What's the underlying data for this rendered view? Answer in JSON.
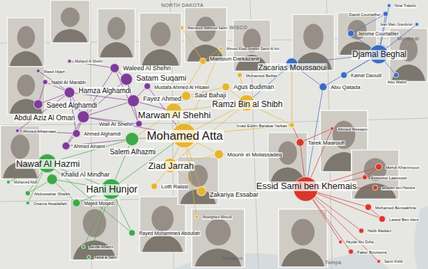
{
  "diagram": {
    "nodes": [
      {
        "text": [
          "Raed Hijazi"
        ]
      },
      {
        "text": [
          "Mohand Al Shehri"
        ]
      },
      {
        "text": [
          "Waleed Al Shehri"
        ]
      },
      {
        "text": [
          "Satam Suqami"
        ]
      },
      {
        "text": [
          "Nabil Al Marabh"
        ]
      },
      {
        "text": [
          "Hamza Alghamdi"
        ]
      },
      {
        "text": [
          "Fayez Ahmed"
        ]
      },
      {
        "text": [
          "Mustafa Ahmed Al Hisawi"
        ]
      },
      {
        "text": [
          "Saeed Alghamdi"
        ]
      },
      {
        "text": [
          "Wail Al Shehri"
        ]
      },
      {
        "text": [
          "Abdul Aziz Al Omari"
        ]
      },
      {
        "text": [
          "Ahmed Alghamdi"
        ]
      },
      {
        "text": [
          "Ahmed Alhaznawi"
        ]
      },
      {
        "text": [
          "Ahmed Alnami"
        ]
      },
      {
        "text": [
          "Mamdouh Mahmud Salim"
        ]
      },
      {
        "text": [
          "Mamoun Darkazanli"
        ]
      },
      {
        "text": [
          "Ahmed Khalil Ibrahim Samir Al Ani"
        ]
      },
      {
        "text": [
          "Mohamed Belfas"
        ]
      },
      {
        "text": [
          "Said Bahaji"
        ]
      },
      {
        "text": [
          "Agus Budiman"
        ]
      },
      {
        "text": [
          "Marwan Al Shehhi"
        ]
      },
      {
        "text": [
          "Ramzi Bin al Shibh"
        ]
      },
      {
        "text": [
          "Mohamed Atta"
        ]
      },
      {
        "text": [
          "Imad Eddin Barakat Yarkas"
        ]
      },
      {
        "text": [
          "Ziad Jarrah"
        ]
      },
      {
        "text": [
          "Mounir el Motassadeq"
        ]
      },
      {
        "text": [
          "Lotfi Raissi"
        ]
      },
      {
        "text": [
          "Zakariya Essabar"
        ]
      },
      {
        "text": [
          "Abdelghani Mzoudi"
        ]
      },
      {
        "text": [
          "Salem Alhazmi"
        ]
      },
      {
        "text": [
          "Nawaf Al Hazmi"
        ]
      },
      {
        "text": [
          "Mohamed Abdi"
        ]
      },
      {
        "text": [
          "Khalid Al Mindhar"
        ]
      },
      {
        "text": [
          "Hani Hunjor"
        ]
      },
      {
        "text": [
          "Abdussattar Shaikh"
        ]
      },
      {
        "text": [
          "Majed Moqed"
        ]
      },
      {
        "text": [
          "Osama Awadallah"
        ]
      },
      {
        "text": [
          "Rayed Mohammed Abdullah"
        ]
      },
      {
        "text": [
          "Bandar Alhazmi"
        ]
      },
      {
        "text": [
          "Faisal al Salmi"
        ]
      },
      {
        "text": [
          "Nizar Trabelsi"
        ]
      },
      {
        "text": [
          "David Courtaillier"
        ]
      },
      {
        "text": [
          "Jean Marc Grandvisir"
        ]
      },
      {
        "text": [
          "Jerome Courtaillier"
        ]
      },
      {
        "text": [
          "Djamal Beghal"
        ]
      },
      {
        "text": [
          "Kamel Daoudi"
        ]
      },
      {
        "text": [
          "Zacarias Moussaoui"
        ]
      },
      {
        "text": [
          "Abu Walid"
        ]
      },
      {
        "text": [
          "Abu Qatada"
        ]
      },
      {
        "text": [
          "Ahmed Ressam"
        ]
      },
      {
        "text": [
          "Tarek Maaroufi"
        ]
      },
      {
        "text": [
          "Essid Sami ben Khemais"
        ]
      },
      {
        "text": [
          "Mehdi Khammoun"
        ]
      },
      {
        "text": [
          "Essoussi Laaroussi"
        ]
      },
      {
        "text": [
          "Seifallah ben Hassine"
        ]
      },
      {
        "text": [
          "Mohamed Bensakhria"
        ]
      },
      {
        "text": [
          "Lased Ben Heni"
        ]
      },
      {
        "text": [
          "Habib Waddani"
        ]
      },
      {
        "text": [
          "Haydar Abu Doha"
        ]
      },
      {
        "text": [
          "Faker Boussora"
        ]
      },
      {
        "text": [
          "Samir Kishk"
        ]
      }
    ],
    "edges": [
      {
        "from": 0,
        "to": 5,
        "arrow": "none"
      },
      {
        "from": 1,
        "to": 2,
        "arrow": "none"
      },
      {
        "from": 2,
        "to": 3,
        "arrow": "none"
      },
      {
        "from": 2,
        "to": 10,
        "arrow": "none"
      },
      {
        "from": 3,
        "to": 10,
        "arrow": "none"
      },
      {
        "from": 3,
        "to": 6,
        "arrow": "none"
      },
      {
        "from": 4,
        "to": 5,
        "arrow": "none"
      },
      {
        "from": 4,
        "to": 8,
        "arrow": "none"
      },
      {
        "from": 5,
        "to": 8,
        "arrow": "none"
      },
      {
        "from": 5,
        "to": 10,
        "arrow": "none"
      },
      {
        "from": 5,
        "to": 6,
        "arrow": "none"
      },
      {
        "from": 5,
        "to": 11,
        "arrow": "none"
      },
      {
        "from": 5,
        "to": 12,
        "arrow": "none"
      },
      {
        "from": 6,
        "to": 10,
        "arrow": "none"
      },
      {
        "from": 6,
        "to": 20,
        "arrow": "none"
      },
      {
        "from": 6,
        "to": 7,
        "arrow": "none"
      },
      {
        "from": 7,
        "to": 22,
        "arrow": "none"
      },
      {
        "from": 9,
        "to": 10,
        "arrow": "none"
      },
      {
        "from": 9,
        "to": 3,
        "arrow": "none"
      },
      {
        "from": 10,
        "to": 22,
        "arrow": "none"
      },
      {
        "from": 11,
        "to": 13,
        "arrow": "none"
      },
      {
        "from": 13,
        "to": 10,
        "arrow": "none"
      },
      {
        "from": 12,
        "to": 11,
        "arrow": "none"
      },
      {
        "from": 11,
        "to": 10,
        "arrow": "none"
      },
      {
        "from": 13,
        "to": 29,
        "arrow": "none"
      },
      {
        "from": 2,
        "to": 9,
        "arrow": "none"
      },
      {
        "from": 14,
        "to": 15,
        "arrow": "none"
      },
      {
        "from": 15,
        "to": 16,
        "arrow": "none"
      },
      {
        "from": 15,
        "to": 20,
        "arrow": "none"
      },
      {
        "from": 16,
        "to": 22,
        "arrow": "none"
      },
      {
        "from": 17,
        "to": 21,
        "arrow": "none"
      },
      {
        "from": 18,
        "to": 21,
        "arrow": "none"
      },
      {
        "from": 18,
        "to": 20,
        "arrow": "none"
      },
      {
        "from": 19,
        "to": 21,
        "arrow": "none"
      },
      {
        "from": 19,
        "to": 18,
        "arrow": "none"
      },
      {
        "from": 20,
        "to": 22,
        "arrow": "none"
      },
      {
        "from": 21,
        "to": 22,
        "arrow": "none"
      },
      {
        "from": 21,
        "to": 20,
        "arrow": "none"
      },
      {
        "from": 21,
        "to": 24,
        "arrow": "none"
      },
      {
        "from": 22,
        "to": 24,
        "arrow": "none"
      },
      {
        "from": 22,
        "to": 25,
        "arrow": "none"
      },
      {
        "from": 22,
        "to": 23,
        "arrow": "none"
      },
      {
        "from": 21,
        "to": 23,
        "arrow": "none"
      },
      {
        "from": 23,
        "to": 46,
        "arrow": "none"
      },
      {
        "from": 25,
        "to": 24,
        "arrow": "none"
      },
      {
        "from": 26,
        "to": 24,
        "arrow": "none"
      },
      {
        "from": 27,
        "to": 22,
        "arrow": "none"
      },
      {
        "from": 27,
        "to": 24,
        "arrow": "none"
      },
      {
        "from": 28,
        "to": 22,
        "arrow": "none"
      },
      {
        "from": 20,
        "to": 29,
        "arrow": "none"
      },
      {
        "from": 29,
        "to": 33,
        "arrow": "none"
      },
      {
        "from": 29,
        "to": 30,
        "arrow": "none"
      },
      {
        "from": 30,
        "to": 31,
        "arrow": "none"
      },
      {
        "from": 30,
        "to": 32,
        "arrow": "none"
      },
      {
        "from": 30,
        "to": 33,
        "arrow": "none"
      },
      {
        "from": 30,
        "to": 34,
        "arrow": "none"
      },
      {
        "from": 30,
        "to": 36,
        "arrow": "none"
      },
      {
        "from": 32,
        "to": 33,
        "arrow": "none"
      },
      {
        "from": 32,
        "to": 35,
        "arrow": "none"
      },
      {
        "from": 33,
        "to": 35,
        "arrow": "none"
      },
      {
        "from": 33,
        "to": 37,
        "arrow": "none"
      },
      {
        "from": 33,
        "to": 38,
        "arrow": "none"
      },
      {
        "from": 33,
        "to": 39,
        "arrow": "none"
      },
      {
        "from": 34,
        "to": 32,
        "arrow": "none"
      },
      {
        "from": 29,
        "to": 22,
        "arrow": "none"
      },
      {
        "from": 37,
        "to": 30,
        "arrow": "none"
      },
      {
        "from": 33,
        "to": 22,
        "arrow": "none"
      },
      {
        "from": 40,
        "to": 44,
        "arrow": "none"
      },
      {
        "from": 41,
        "to": 43,
        "arrow": "none"
      },
      {
        "from": 42,
        "to": 44,
        "arrow": "none"
      },
      {
        "from": 43,
        "to": 44,
        "arrow": "none"
      },
      {
        "from": 45,
        "to": 44,
        "arrow": "none"
      },
      {
        "from": 46,
        "to": 44,
        "arrow": "none"
      },
      {
        "from": 47,
        "to": 44,
        "arrow": "none"
      },
      {
        "from": 48,
        "to": 44,
        "arrow": "none"
      },
      {
        "from": 46,
        "to": 48,
        "arrow": "none"
      },
      {
        "from": 46,
        "to": 21,
        "arrow": "none"
      },
      {
        "from": 48,
        "to": 51,
        "arrow": "none"
      },
      {
        "from": 41,
        "to": 44,
        "arrow": "none"
      },
      {
        "from": 49,
        "to": 50,
        "arrow": "none"
      },
      {
        "from": 50,
        "to": 51,
        "arrow": "none"
      },
      {
        "from": 49,
        "to": 51,
        "arrow": "none"
      },
      {
        "from": 51,
        "to": 52,
        "arrow": "none"
      },
      {
        "from": 51,
        "to": 53,
        "arrow": "none"
      },
      {
        "from": 51,
        "to": 54,
        "arrow": "none"
      },
      {
        "from": 51,
        "to": 55,
        "arrow": "none"
      },
      {
        "from": 51,
        "to": 56,
        "arrow": "none"
      },
      {
        "from": 51,
        "to": 57,
        "arrow": "none"
      },
      {
        "from": 51,
        "to": 58,
        "arrow": "none"
      },
      {
        "from": 51,
        "to": 59,
        "arrow": "none"
      },
      {
        "from": 51,
        "to": 60,
        "arrow": "none"
      },
      {
        "from": 50,
        "to": 23,
        "arrow": "none"
      },
      {
        "from": 52,
        "to": 53,
        "arrow": "none"
      },
      {
        "from": 55,
        "to": 56,
        "arrow": "none"
      }
    ],
    "labels": [
      "NORTH DAKOTA",
      "WISCO",
      "Montreal",
      "Houston",
      "Tampa"
    ]
  }
}
